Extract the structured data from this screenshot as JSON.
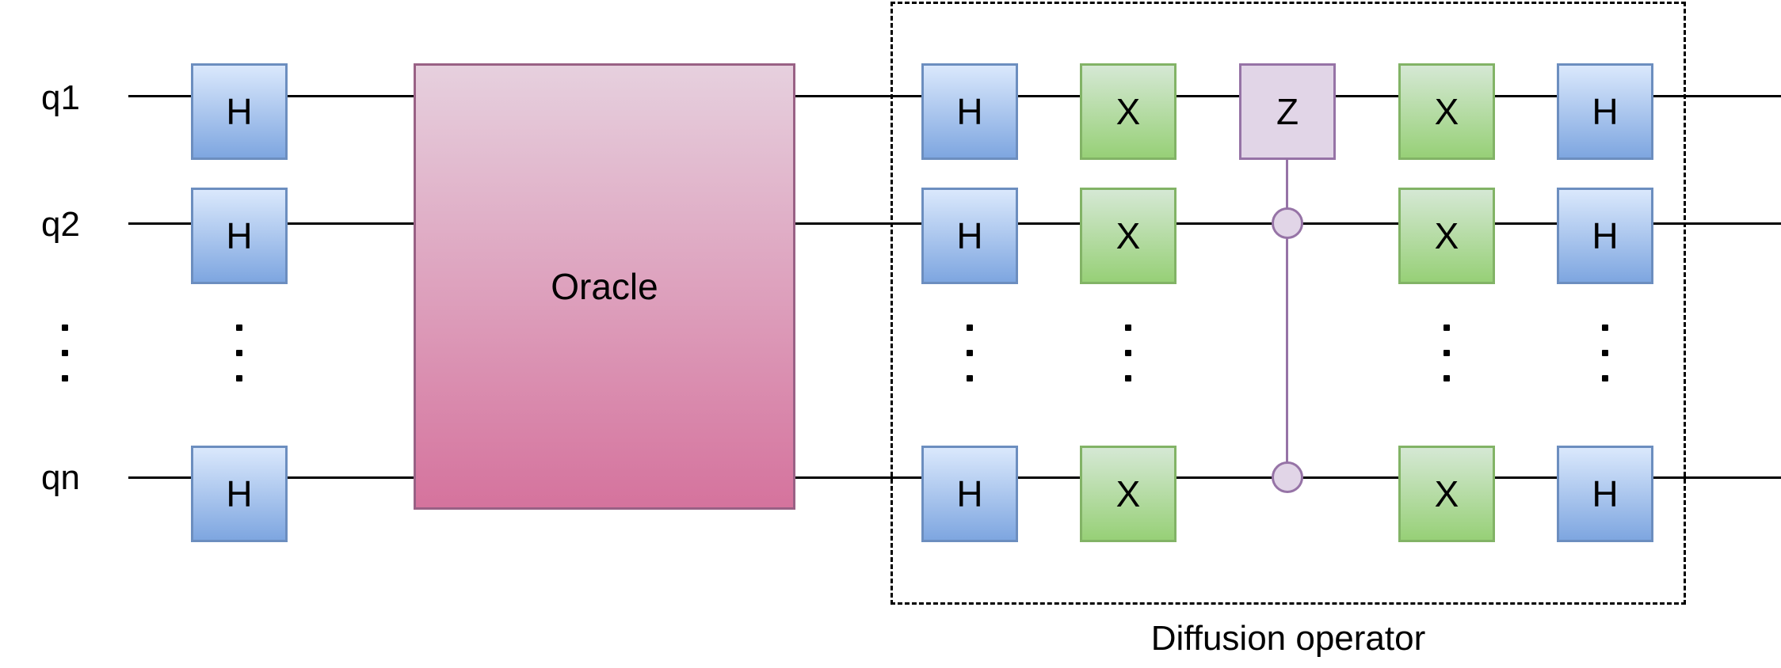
{
  "qubits": {
    "q1": "q1",
    "q2": "q2",
    "qn": "qn"
  },
  "gates": {
    "h": "H",
    "x": "X",
    "z": "Z"
  },
  "oracle": {
    "label": "Oracle"
  },
  "diffusion": {
    "label": "Diffusion operator"
  },
  "colors": {
    "h_fill_top": "#dae8fc",
    "h_fill_bottom": "#7ea6e0",
    "h_border": "#6c8ebf",
    "x_fill_top": "#d5e8d4",
    "x_fill_bottom": "#97d077",
    "x_border": "#82b366",
    "z_fill": "#e1d5e7",
    "z_border": "#9673a6",
    "oracle_fill_top": "#e6d0de",
    "oracle_fill_bottom": "#d5739d",
    "oracle_border": "#996185"
  }
}
